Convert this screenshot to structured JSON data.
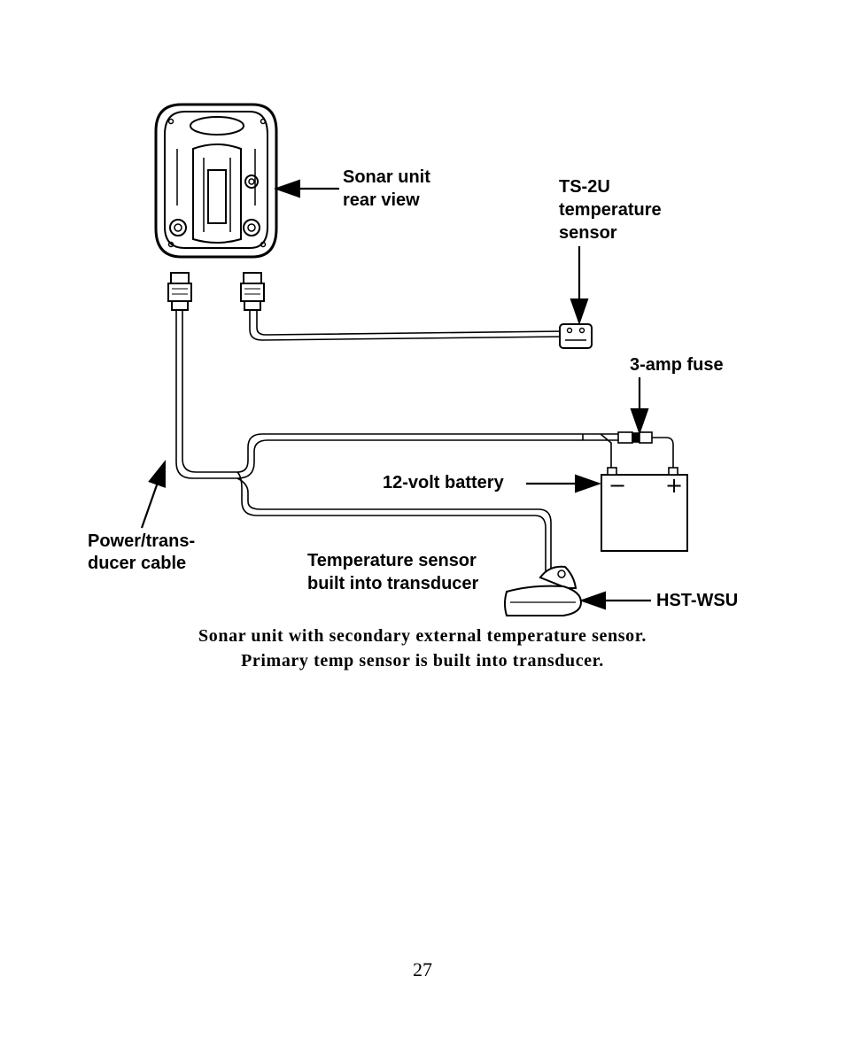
{
  "labels": {
    "sonar_unit": [
      "Sonar unit",
      "rear view"
    ],
    "ts2u": [
      "TS-2U",
      "temperature",
      "sensor"
    ],
    "fuse": "3-amp fuse",
    "battery": "12-volt battery",
    "battery_minus": "−",
    "battery_plus": "+",
    "power_cable": [
      "Power/trans-",
      "ducer cable"
    ],
    "temp_transducer": [
      "Temperature sensor",
      "built into transducer"
    ],
    "hst_wsu": "HST-WSU"
  },
  "caption": {
    "line1": "Sonar unit with secondary external temperature sensor.",
    "line2": "Primary temp sensor is built into transducer."
  },
  "page_number": "27"
}
